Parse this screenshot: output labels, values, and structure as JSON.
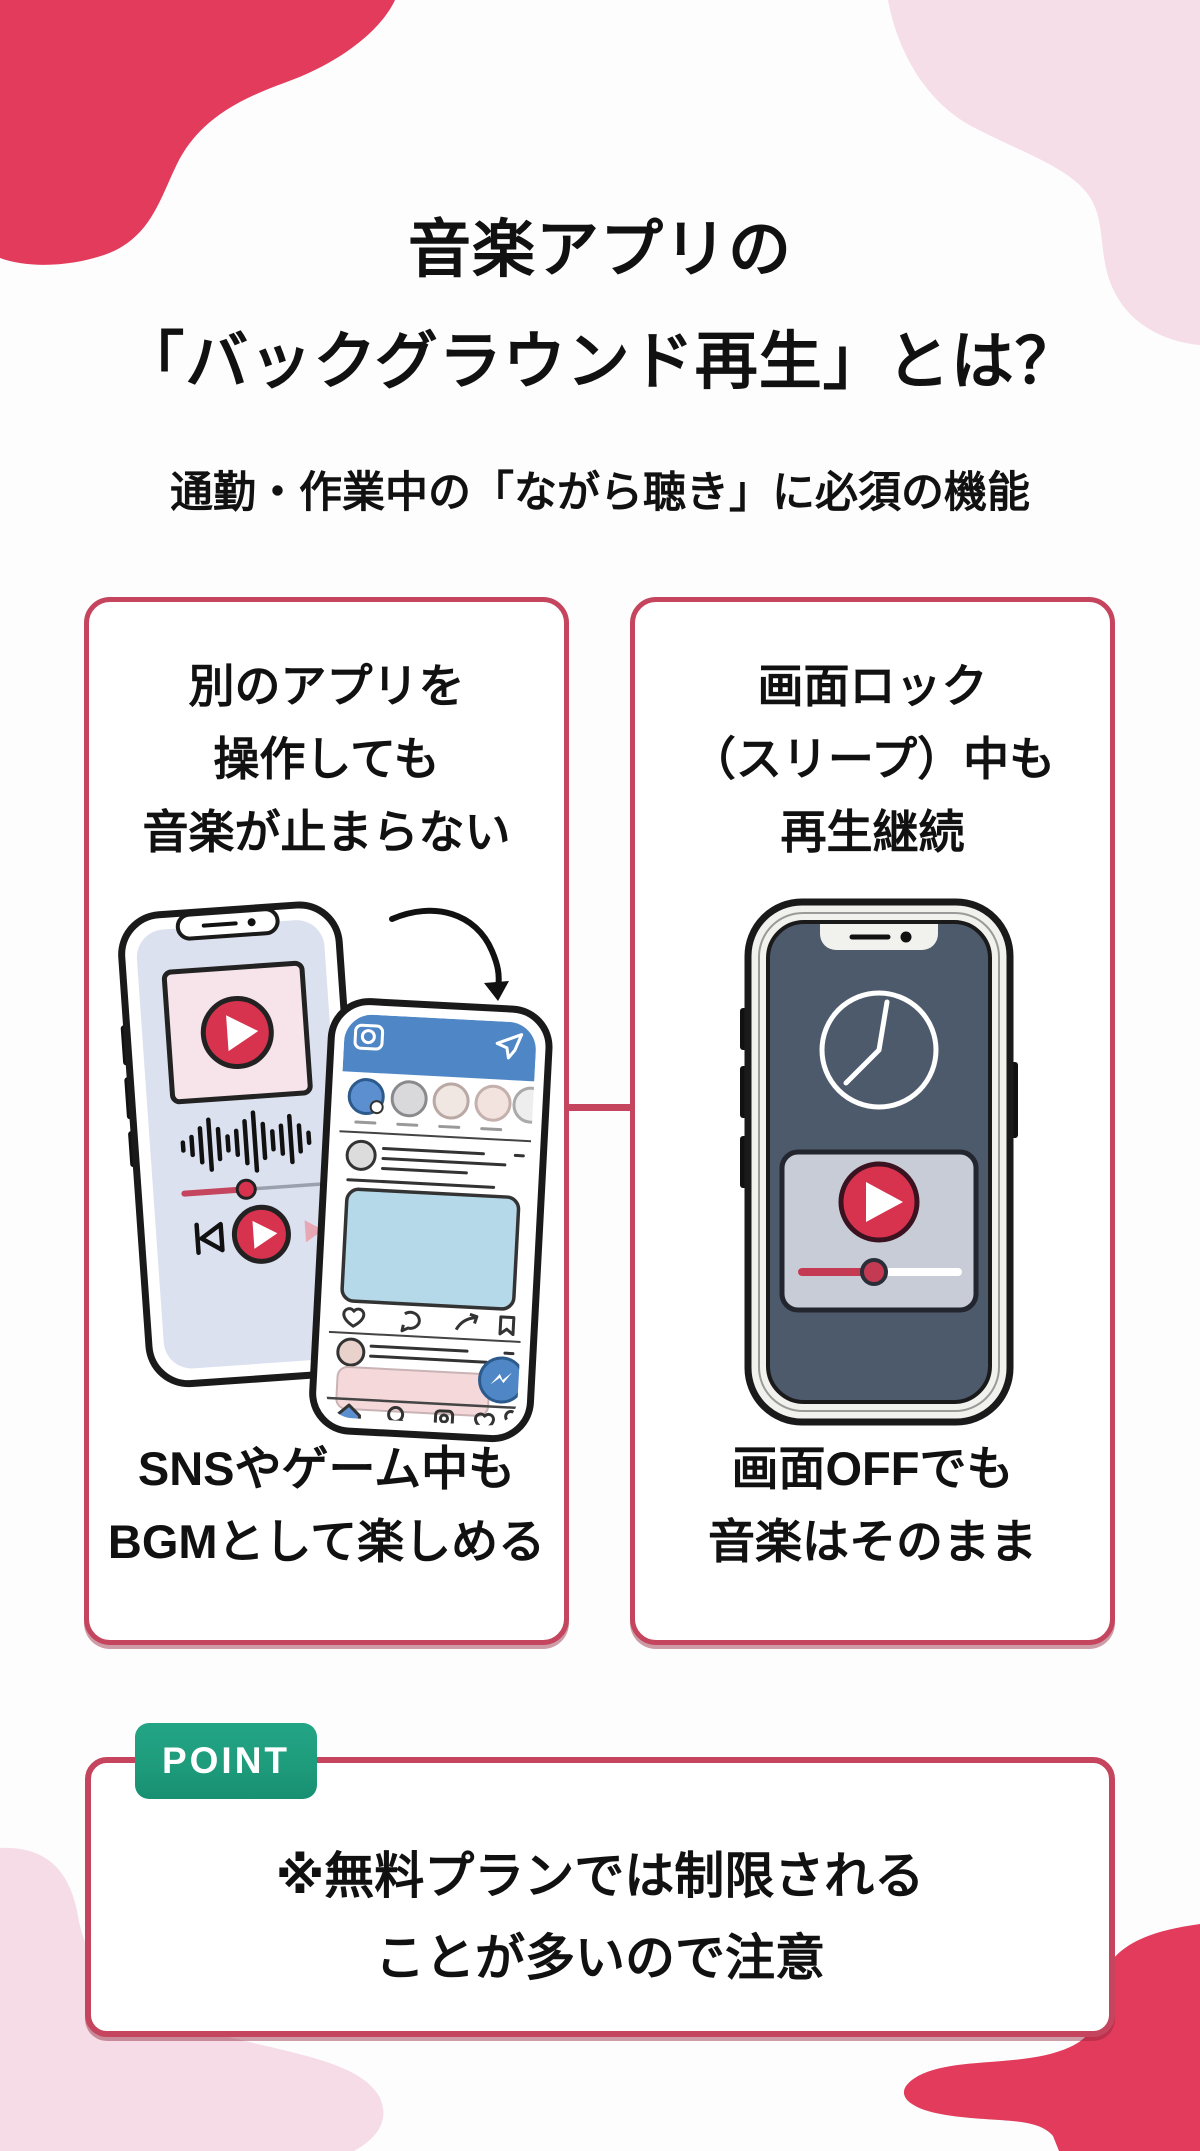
{
  "colors": {
    "background": "#FDFDFD",
    "blob_red": "#E23B5C",
    "blob_pink": "#F6DEE8",
    "card_border_red": "#C5455E",
    "badge_green": "#1E9C7C",
    "text_black": "#111111",
    "locked_screen_dark": "#4C5A6B",
    "play_button_red": "#D7324E",
    "social_app_blue": "#4E86C6"
  },
  "header": {
    "title_line1": "音楽アプリの",
    "title_line2": "「バックグラウンド再生」とは？",
    "subtitle": "通勤・作業中の「ながら聴き」に必須の機能"
  },
  "cards": {
    "left": {
      "title_lines": [
        "別のアプリを",
        "操作しても",
        "音楽が止まらない"
      ],
      "caption_lines": [
        "SNSやゲーム中も",
        "BGMとして楽しめる"
      ]
    },
    "right": {
      "title_lines": [
        "画面ロック",
        "（スリープ）中も",
        "再生継続"
      ],
      "caption_lines": [
        "画面OFFでも",
        "音楽はそのまま"
      ]
    }
  },
  "point": {
    "badge_label": "POINT",
    "text_line1": "※無料プランでは制限される",
    "text_line2": "ことが多いので注意"
  }
}
